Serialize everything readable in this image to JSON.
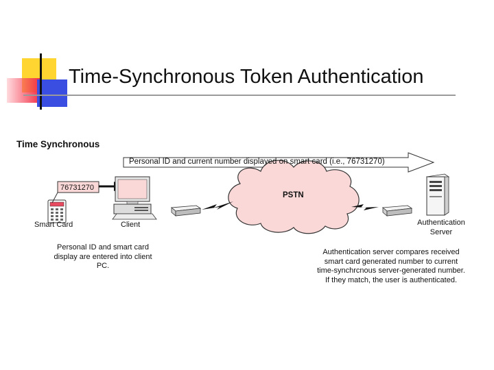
{
  "slide": {
    "title": "Time-Synchronous Token Authentication"
  },
  "diagram": {
    "subtitle": "Time Synchronous",
    "arrow_label": "Personal ID and current number displayed on smart card (i.e., 76731270)",
    "network_label": "PSTN",
    "card_number": "76731270",
    "smart_card_label": "Smart Card",
    "client_label": "Client",
    "auth_server_label": "Authentication Server",
    "client_note": "Personal ID and smart card display are entered into client PC.",
    "server_note": "Authentication server compares received smart card generated number to current time-synchrcnous server-generated number. If they match, the user is authenticated."
  },
  "colors": {
    "cloud": "#fbd8d8",
    "screen": "#fbd8d8",
    "accent_red": "#e84a5f",
    "deco_yellow": "#ffd531",
    "deco_blue": "#3a4fe2"
  }
}
